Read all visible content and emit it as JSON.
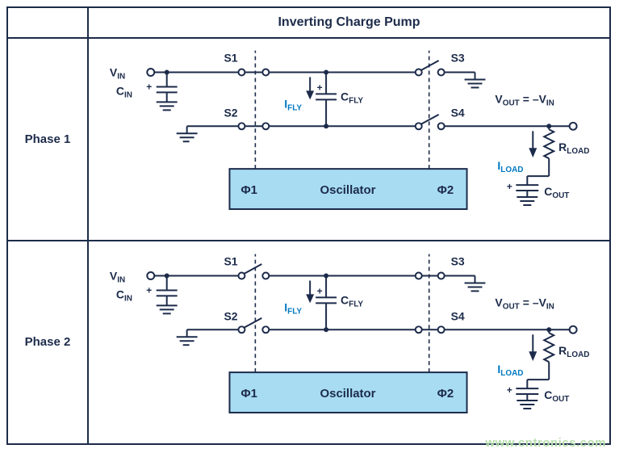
{
  "header": {
    "title": "Inverting Charge Pump"
  },
  "watermark": "www.cntronics.com",
  "colors": {
    "line": "#1c2b4a",
    "accent_blue": "#0079c1",
    "oscillator_fill": "#a8dcf2",
    "watermark": "#b7dfad"
  },
  "circuit": {
    "labels": {
      "plus": "+",
      "vin": {
        "main": "V",
        "sub": "IN"
      },
      "cin": {
        "main": "C",
        "sub": "IN"
      },
      "s1": "S1",
      "s2": "S2",
      "s3": "S3",
      "s4": "S4",
      "ifly": {
        "main": "I",
        "sub": "FLY"
      },
      "cfly": {
        "main": "C",
        "sub": "FLY"
      },
      "phi1": "Φ1",
      "phi2": "Φ2",
      "oscillator": "Oscillator",
      "vout": {
        "v": "V",
        "vsub": "OUT",
        "eq": "=",
        "neg": "–V",
        "negsub": "IN"
      },
      "rload": {
        "main": "R",
        "sub": "LOAD"
      },
      "iload": {
        "main": "I",
        "sub": "LOAD"
      },
      "cout": {
        "main": "C",
        "sub": "OUT"
      }
    }
  },
  "phases": [
    {
      "label": "Phase 1",
      "switches": {
        "s1": "closed",
        "s2": "closed",
        "s3": "open",
        "s4": "open"
      }
    },
    {
      "label": "Phase 2",
      "switches": {
        "s1": "open",
        "s2": "open",
        "s3": "closed",
        "s4": "closed"
      }
    }
  ]
}
